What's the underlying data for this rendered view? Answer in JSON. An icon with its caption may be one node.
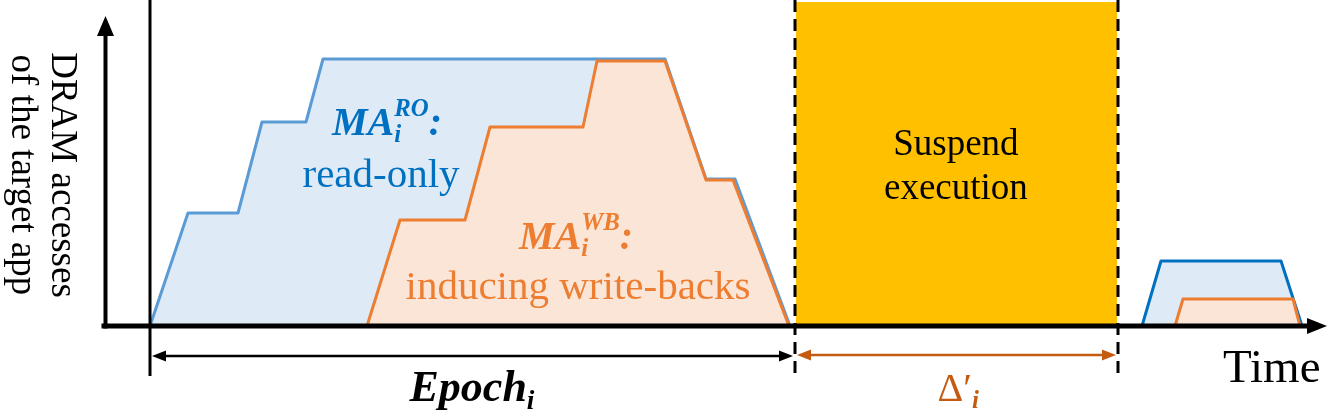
{
  "diagram": {
    "nodes": [
      {
        "text": [
          "MA$_{i}$$^{RO}$:",
          "read-only"
        ]
      },
      {
        "text": [
          "MA$_{i}$$^{WB}$:",
          "inducing write-backs"
        ],
        "in": 0
      },
      {
        "text": [
          "Suspend execution"
        ]
      },
      {
        "text": [],
        "shape": "trapezoid"
      },
      {
        "text": [],
        "shape": "trapezoid",
        "in": 3
      }
    ],
    "labels": [
      "DRAM accesses of the target app",
      "Epoch$_{i}$",
      "Δ′$_{i}$",
      "Time"
    ]
  }
}
